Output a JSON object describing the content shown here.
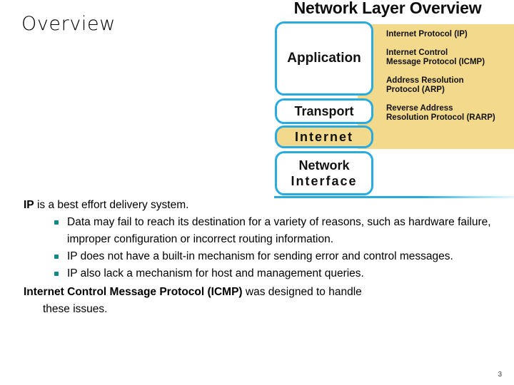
{
  "slide": {
    "title": "Overview",
    "page_number": "3"
  },
  "diagram": {
    "title": "Network Layer Overview",
    "accent_color": "#29ABDF",
    "highlight_color": "#f2d98c",
    "layers": [
      {
        "id": "application",
        "label": "Application",
        "highlighted": false
      },
      {
        "id": "transport",
        "label": "Transport",
        "highlighted": false
      },
      {
        "id": "internet",
        "label": "Internet",
        "highlighted": true
      },
      {
        "id": "network-interface",
        "label_line1": "Network",
        "label_line2": "Interface",
        "highlighted": false
      }
    ],
    "protocols": [
      {
        "line1": "Internet Protocol (IP)",
        "line2": ""
      },
      {
        "line1": "Internet Control",
        "line2": "Message Protocol (ICMP)"
      },
      {
        "line1": "Address Resolution",
        "line2": "Protocol (ARP)"
      },
      {
        "line1": "Reverse Address",
        "line2": "Resolution Protocol (RARP)"
      }
    ]
  },
  "body": {
    "lead_bold": "IP",
    "lead_rest": " is a best effort delivery system.",
    "bullet_color": "#0E8A8A",
    "bullets": [
      "Data may fail to reach its destination for a variety of reasons, such as hardware failure, improper configuration or incorrect routing information.",
      "IP does not have a built-in mechanism for sending error and control messages.",
      "IP also lack a mechanism for host and management queries."
    ],
    "closing_bold": "Internet Control Message Protocol (ICMP)",
    "closing_rest": "  was designed to handle",
    "closing_indent": "these issues."
  }
}
